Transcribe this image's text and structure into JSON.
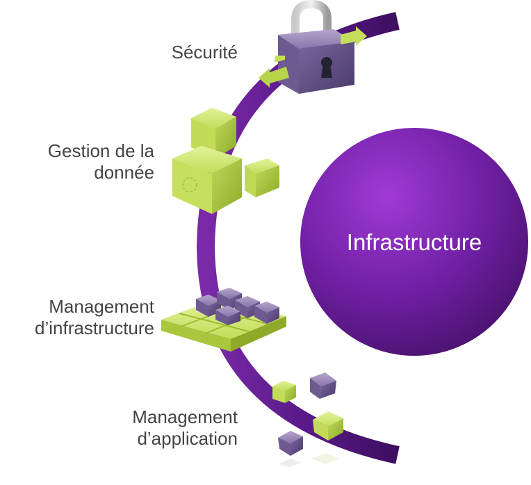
{
  "labels": {
    "securite": "Sécurité",
    "gestion_line1": "Gestion de la",
    "gestion_line2": "donnée",
    "mgmt_infra_line1": "Management",
    "mgmt_infra_line2": "d’infrastructure",
    "mgmt_app_line1": "Management",
    "mgmt_app_line2": "d’application"
  },
  "center": {
    "label": "Infrastructure"
  },
  "colors": {
    "arc": "#5a1a8a",
    "circle_light": "#8e2fc2",
    "circle_dark": "#4a1270",
    "green_light": "#d4ea7a",
    "green_dark": "#9dbb2c",
    "purple_box_light": "#9a86b8",
    "purple_box_dark": "#5e4b7e",
    "text": "#444444"
  },
  "icons": [
    "lock-icon",
    "boxes-icon",
    "tray-icon",
    "cubes-icon"
  ]
}
